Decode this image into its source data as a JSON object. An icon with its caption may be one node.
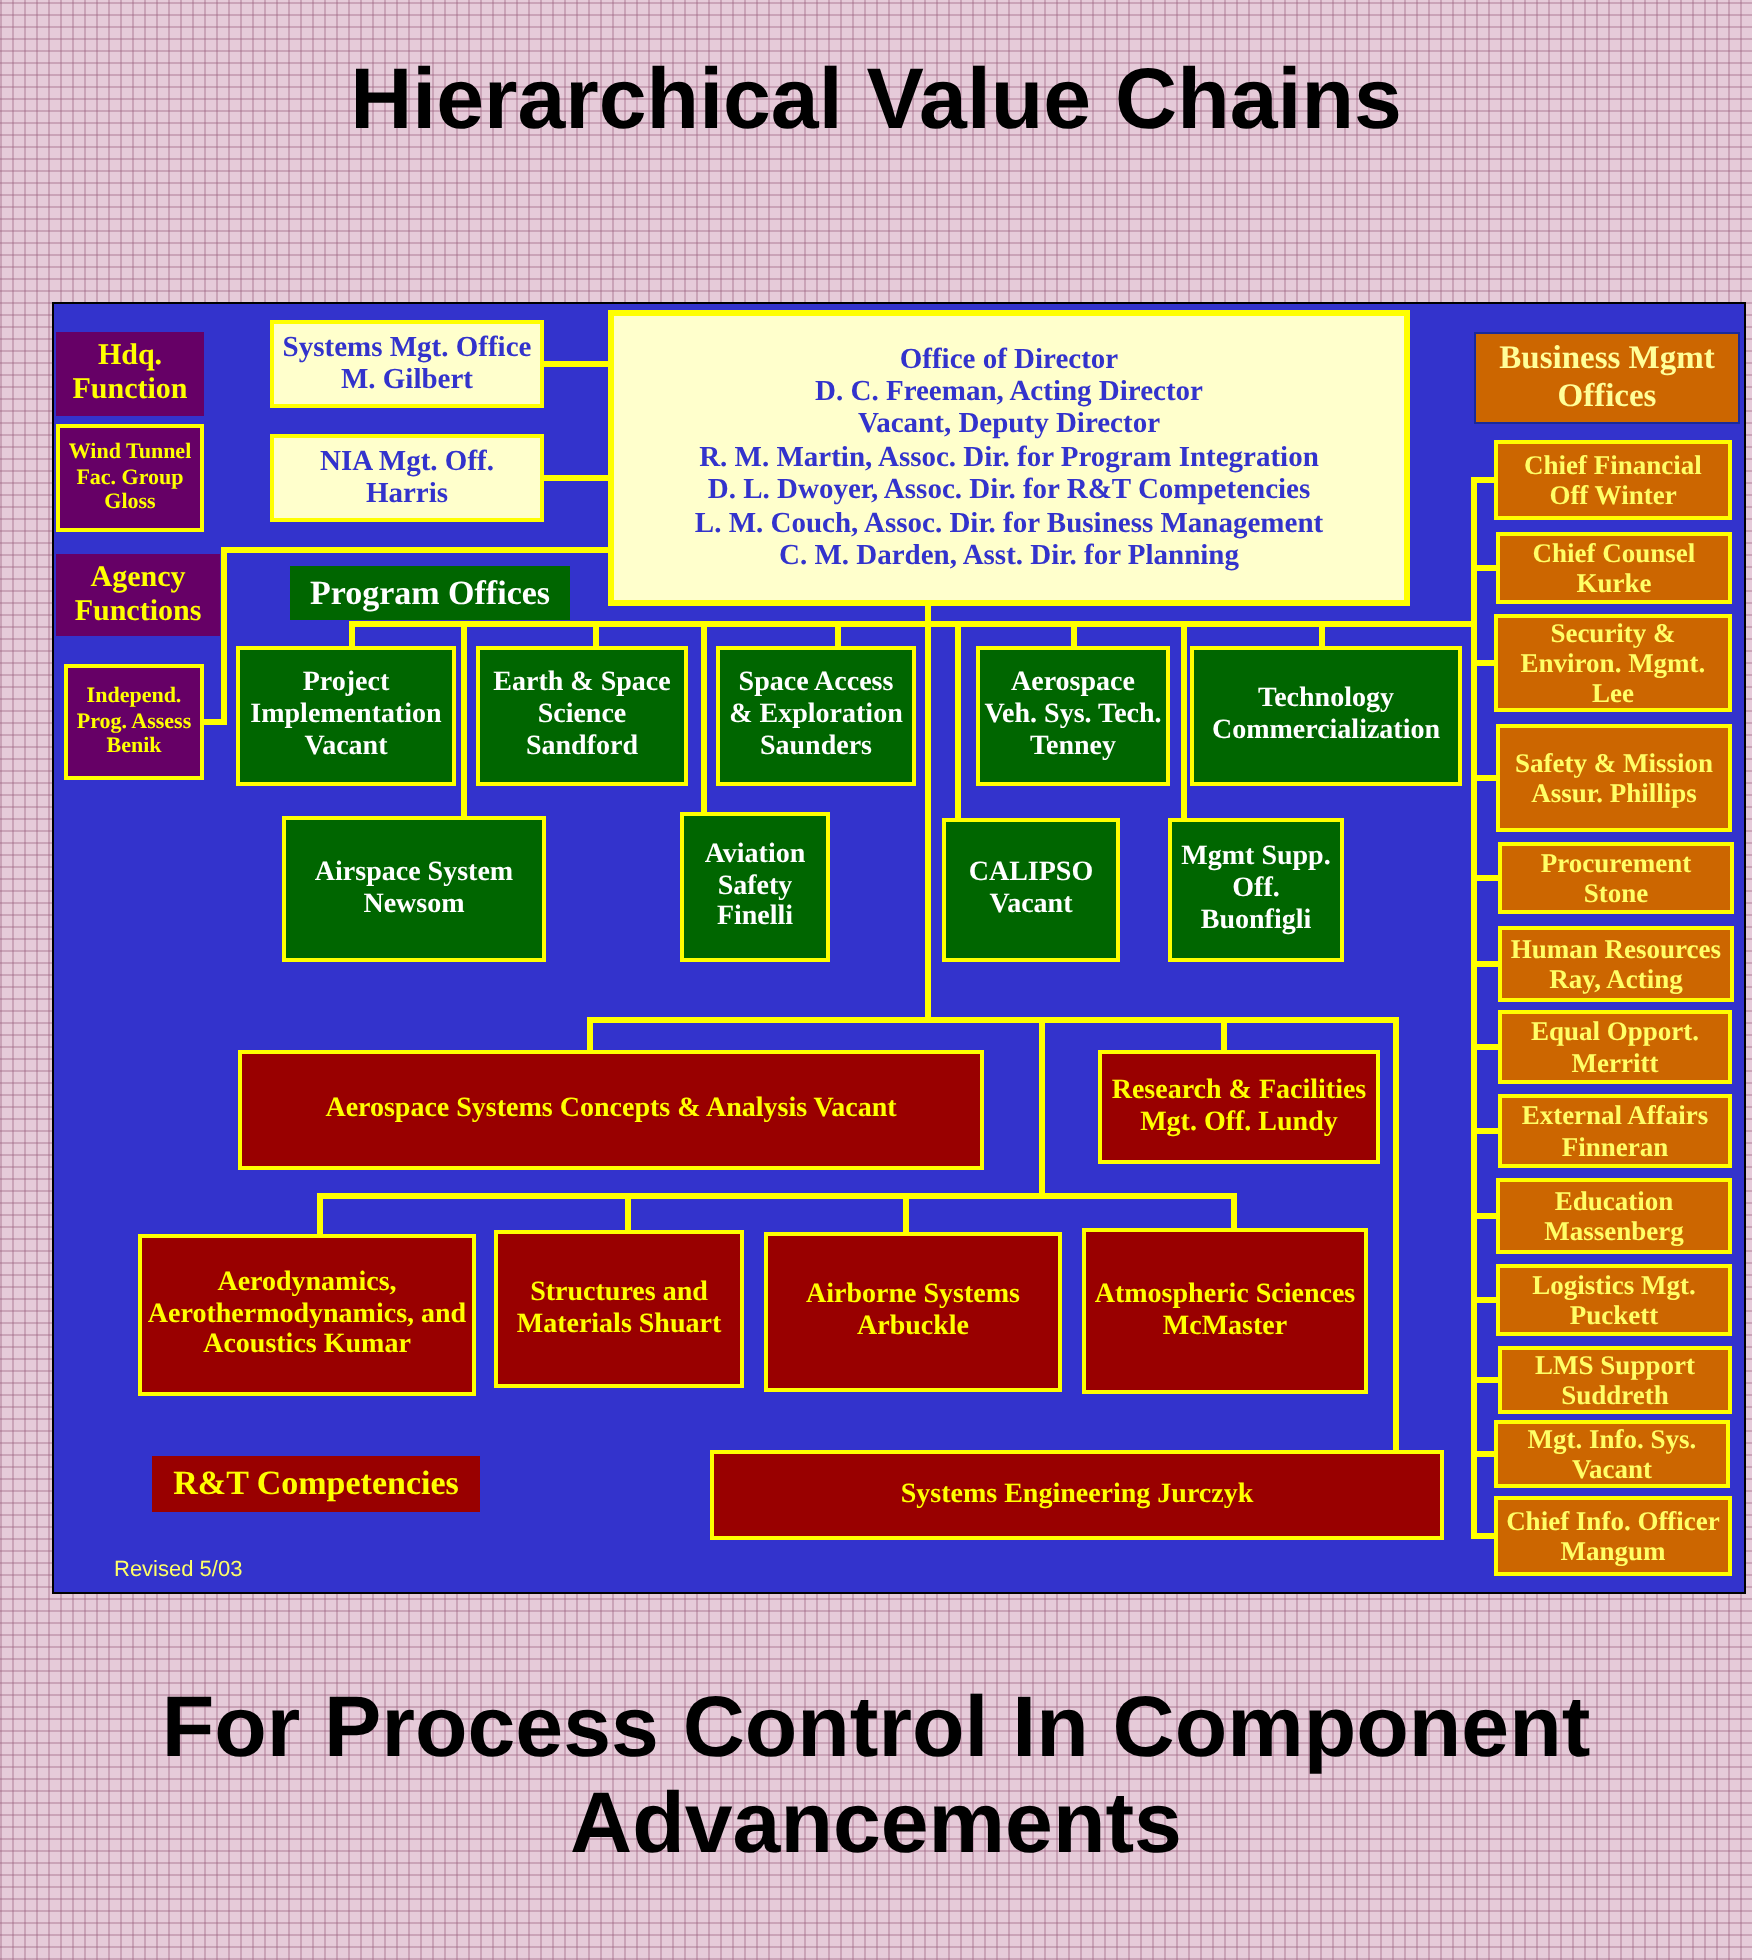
{
  "diagram": {
    "title": "Hierarchical Value Chains",
    "caption": "For Process Control In Component Advancements",
    "nodes": [
      {
        "text": [
          "Hdq. Function"
        ]
      },
      {
        "text": [
          "Systems Mgt. Office M. Gilbert"
        ]
      },
      {
        "text": [
          "Office of Director",
          "D. C. Freeman, Acting Director",
          "Vacant, Deputy Director",
          "R. M. Martin, Assoc. Dir. for Program Integration",
          "D. L. Dwoyer, Assoc. Dir. for R&T Competencies",
          "L. M. Couch, Assoc. Dir. for Business Management",
          "C. M. Darden, Asst. Dir. for Planning"
        ]
      },
      {
        "text": [
          "Business Mgmt Offices"
        ]
      },
      {
        "text": [
          "Wind Tunnel Fac. Group Gloss"
        ]
      },
      {
        "text": [
          "NIA Mgt. Off. Harris"
        ]
      },
      {
        "text": [
          "Chief Financial Off Winter"
        ]
      },
      {
        "text": [
          "Chief Counsel Kurke"
        ]
      },
      {
        "text": [
          "Agency Functions"
        ]
      },
      {
        "text": [
          "Program Offices"
        ]
      },
      {
        "text": [
          "Security & Environ. Mgmt. Lee"
        ]
      },
      {
        "text": [
          "Independ. Prog. Assess Benik"
        ]
      },
      {
        "text": [
          "Project Implementation Vacant"
        ]
      },
      {
        "text": [
          "Earth & Space Science Sandford"
        ]
      },
      {
        "text": [
          "Space Access & Exploration Saunders"
        ]
      },
      {
        "text": [
          "Aerospace Veh. Sys. Tech. Tenney"
        ]
      },
      {
        "text": [
          "Technology Commercialization"
        ]
      },
      {
        "text": [
          "Safety & Mission Assur. Phillips"
        ]
      },
      {
        "text": [
          "Airspace System Newsom"
        ]
      },
      {
        "text": [
          "Aviation Safety Finelli"
        ]
      },
      {
        "text": [
          "CALIPSO Vacant"
        ]
      },
      {
        "text": [
          "Mgmt Supp. Off. Buonfigli"
        ]
      },
      {
        "text": [
          "Procurement Stone"
        ]
      },
      {
        "text": [
          "Human Resources Ray, Acting"
        ]
      },
      {
        "text": [
          "Equal Opport. Merritt"
        ]
      },
      {
        "text": [
          "Aerospace Systems Concepts & Analysis Vacant"
        ]
      },
      {
        "text": [
          "Research & Facilities Mgt. Off. Lundy"
        ]
      },
      {
        "text": [
          "External Affairs Finneran"
        ]
      },
      {
        "text": [
          "Education Massenberg"
        ]
      },
      {
        "text": [
          "Aerodynamics, Aerothermodynamics, and Acoustics Kumar"
        ]
      },
      {
        "text": [
          "Structures and Materials Shuart"
        ]
      },
      {
        "text": [
          "Airborne Systems Arbuckle"
        ]
      },
      {
        "text": [
          "Atmospheric Sciences McMaster"
        ]
      },
      {
        "text": [
          "Logistics Mgt. Puckett"
        ]
      },
      {
        "text": [
          "LMS Support Suddreth"
        ]
      },
      {
        "text": [
          "R&T Competencies"
        ]
      },
      {
        "text": [
          "Systems Engineering Jurczyk"
        ]
      },
      {
        "text": [
          "Mgt. Info. Sys. Vacant"
        ]
      },
      {
        "text": [
          "Chief Info. Officer Mangum"
        ]
      }
    ],
    "edges": [
      {
        "from": 1,
        "to": 2,
        "arrow": "none"
      },
      {
        "from": 5,
        "to": 2,
        "arrow": "none"
      },
      {
        "from": 2,
        "to": 11,
        "arrow": "none"
      },
      {
        "from": 2,
        "to": 12,
        "arrow": "none"
      },
      {
        "from": 2,
        "to": 13,
        "arrow": "none"
      },
      {
        "from": 2,
        "to": 14,
        "arrow": "none"
      },
      {
        "from": 2,
        "to": 15,
        "arrow": "none"
      },
      {
        "from": 2,
        "to": 16,
        "arrow": "none"
      },
      {
        "from": 2,
        "to": 18,
        "arrow": "none"
      },
      {
        "from": 2,
        "to": 19,
        "arrow": "none"
      },
      {
        "from": 2,
        "to": 20,
        "arrow": "none"
      },
      {
        "from": 2,
        "to": 21,
        "arrow": "none"
      },
      {
        "from": 2,
        "to": 6,
        "arrow": "none"
      },
      {
        "from": 2,
        "to": 7,
        "arrow": "none"
      },
      {
        "from": 2,
        "to": 10,
        "arrow": "none"
      },
      {
        "from": 2,
        "to": 17,
        "arrow": "none"
      },
      {
        "from": 2,
        "to": 22,
        "arrow": "none"
      },
      {
        "from": 2,
        "to": 23,
        "arrow": "none"
      },
      {
        "from": 2,
        "to": 24,
        "arrow": "none"
      },
      {
        "from": 2,
        "to": 27,
        "arrow": "none"
      },
      {
        "from": 2,
        "to": 28,
        "arrow": "none"
      },
      {
        "from": 2,
        "to": 33,
        "arrow": "none"
      },
      {
        "from": 2,
        "to": 34,
        "arrow": "none"
      },
      {
        "from": 2,
        "to": 37,
        "arrow": "none"
      },
      {
        "from": 2,
        "to": 38,
        "arrow": "none"
      },
      {
        "from": 2,
        "to": 25,
        "arrow": "none"
      },
      {
        "from": 2,
        "to": 26,
        "arrow": "none"
      },
      {
        "from": 2,
        "to": 36,
        "arrow": "none"
      },
      {
        "from": 2,
        "to": 29,
        "arrow": "none"
      },
      {
        "from": 2,
        "to": 30,
        "arrow": "none"
      },
      {
        "from": 2,
        "to": 31,
        "arrow": "none"
      },
      {
        "from": 2,
        "to": 32,
        "arrow": "none"
      }
    ],
    "labels": [
      "Revised 5/03"
    ]
  }
}
